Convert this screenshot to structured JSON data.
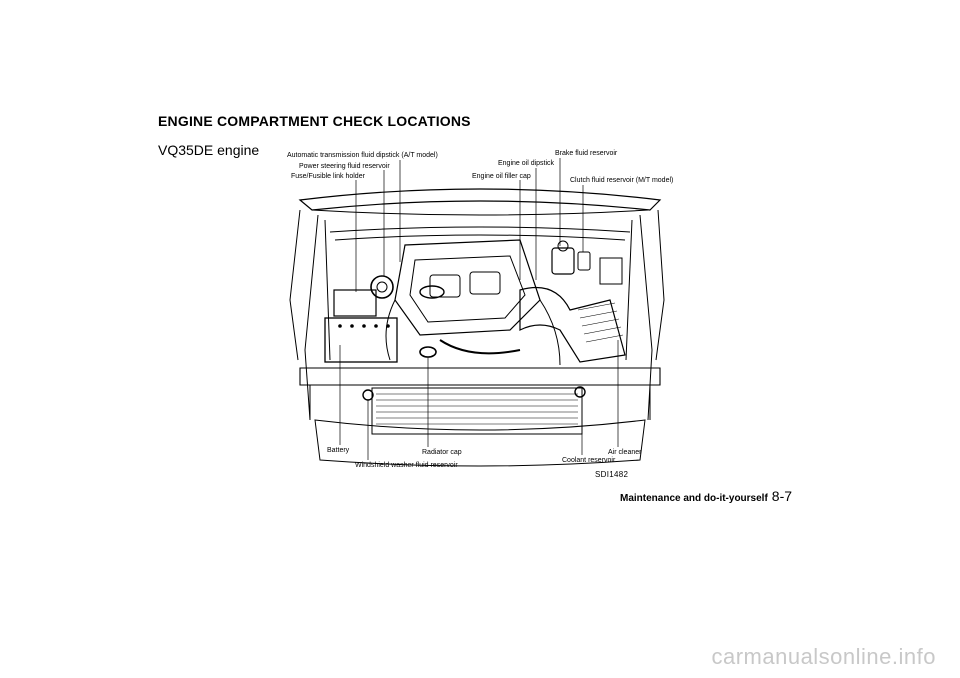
{
  "page": {
    "title": "ENGINE COMPARTMENT CHECK LOCATIONS",
    "subtitle": "VQ35DE engine",
    "figure_id": "SDI1482",
    "footer_section": "Maintenance and do-it-yourself",
    "footer_page": "8-7",
    "watermark": "carmanualsonline.info"
  },
  "callouts": {
    "atf_dipstick": "Automatic transmission fluid dipstick (A/T model)",
    "ps_reservoir": "Power steering fluid reservoir",
    "fuse_holder": "Fuse/Fusible link holder",
    "oil_dipstick": "Engine oil dipstick",
    "oil_filler": "Engine oil filler cap",
    "brake_reservoir": "Brake fluid reservoir",
    "clutch_reservoir": "Clutch fluid reservoir (M/T model)",
    "battery": "Battery",
    "washer_reservoir": "Windshield washer fluid reservoir",
    "radiator_cap": "Radiator cap",
    "coolant_reservoir": "Coolant reservoir",
    "air_cleaner": "Air cleaner"
  }
}
